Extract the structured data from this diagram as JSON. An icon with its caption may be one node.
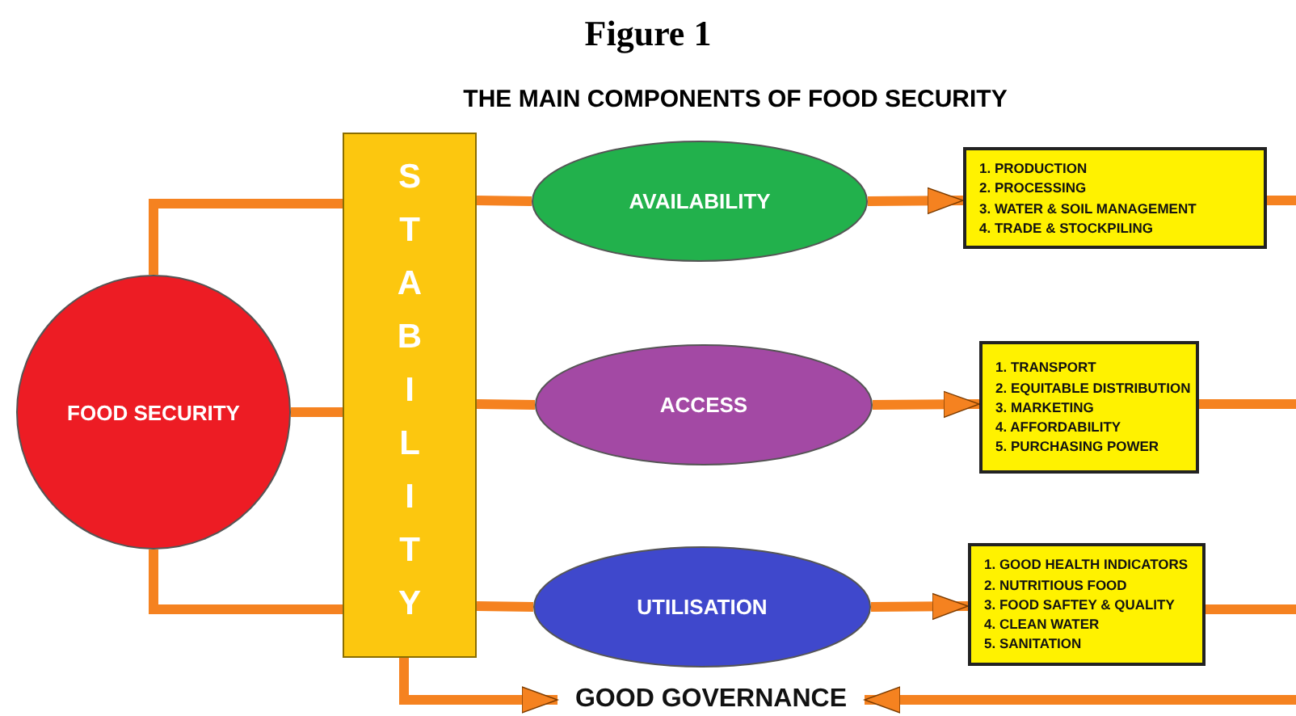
{
  "diagram": {
    "title": "Figure 1",
    "caption": "THE MAIN COMPONENTS OF FOOD SECURITY",
    "nodes": [
      {
        "text": [
          "FOOD SECURITY"
        ]
      },
      {
        "text": [
          "STABILITY"
        ]
      },
      {
        "text": [
          "AVAILABILITY"
        ]
      },
      {
        "text": [
          "ACCESS"
        ]
      },
      {
        "text": [
          "UTILISATION"
        ]
      },
      {
        "text": [
          "1. PRODUCTION",
          "2. PROCESSING",
          "3. WATER & SOIL MANAGEMENT",
          "4. TRADE & STOCKPILING"
        ]
      },
      {
        "text": [
          "1. TRANSPORT",
          "2. EQUITABLE DISTRIBUTION",
          "3. MARKETING",
          "4. AFFORDABILITY",
          "5. PURCHASING POWER"
        ]
      },
      {
        "text": [
          "1. GOOD HEALTH INDICATORS",
          "2. NUTRITIOUS FOOD",
          "3. FOOD SAFTEY & QUALITY",
          "4. CLEAN WATER",
          "5. SANITATION"
        ]
      },
      {
        "text": [
          "GOOD GOVERNANCE"
        ]
      }
    ],
    "edges": [
      {
        "from": 0,
        "to": 1,
        "arrow": "none"
      },
      {
        "from": 0,
        "to": 1,
        "arrow": "none"
      },
      {
        "from": 0,
        "to": 1,
        "arrow": "none"
      },
      {
        "from": 1,
        "to": 2,
        "arrow": "none"
      },
      {
        "from": 1,
        "to": 3,
        "arrow": "none"
      },
      {
        "from": 1,
        "to": 4,
        "arrow": "none"
      },
      {
        "from": 2,
        "to": 5,
        "arrow": "to"
      },
      {
        "from": 3,
        "to": 6,
        "arrow": "to"
      },
      {
        "from": 4,
        "to": 7,
        "arrow": "to"
      },
      {
        "from": 5,
        "to": null,
        "arrow": "none"
      },
      {
        "from": 6,
        "to": null,
        "arrow": "none"
      },
      {
        "from": 7,
        "to": null,
        "arrow": "none"
      },
      {
        "from": 1,
        "to": 8,
        "arrow": "to"
      },
      {
        "from": null,
        "to": 8,
        "arrow": "to"
      }
    ]
  }
}
